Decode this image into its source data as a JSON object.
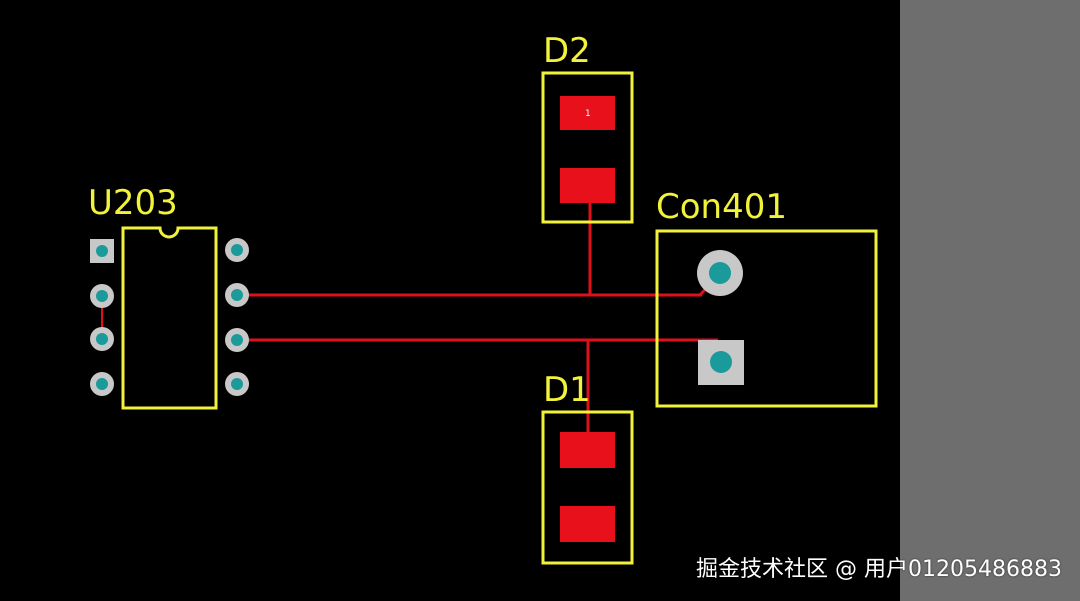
{
  "components": {
    "u203": {
      "designator": "U203"
    },
    "d2": {
      "designator": "D2",
      "pad1_label": "1"
    },
    "d1": {
      "designator": "D1"
    },
    "con401": {
      "designator": "Con401"
    }
  },
  "watermark": {
    "text": "掘金技术社区 @ 用户01205486883"
  },
  "colors": {
    "background": "#000000",
    "side_panel": "#6f6e6e",
    "silkscreen": "#f2f23a",
    "trace": "#e0101a",
    "smd_pad": "#e8101a",
    "through_hole_ring": "#c8c8c8",
    "through_hole_drill": "#1a9a9a"
  }
}
